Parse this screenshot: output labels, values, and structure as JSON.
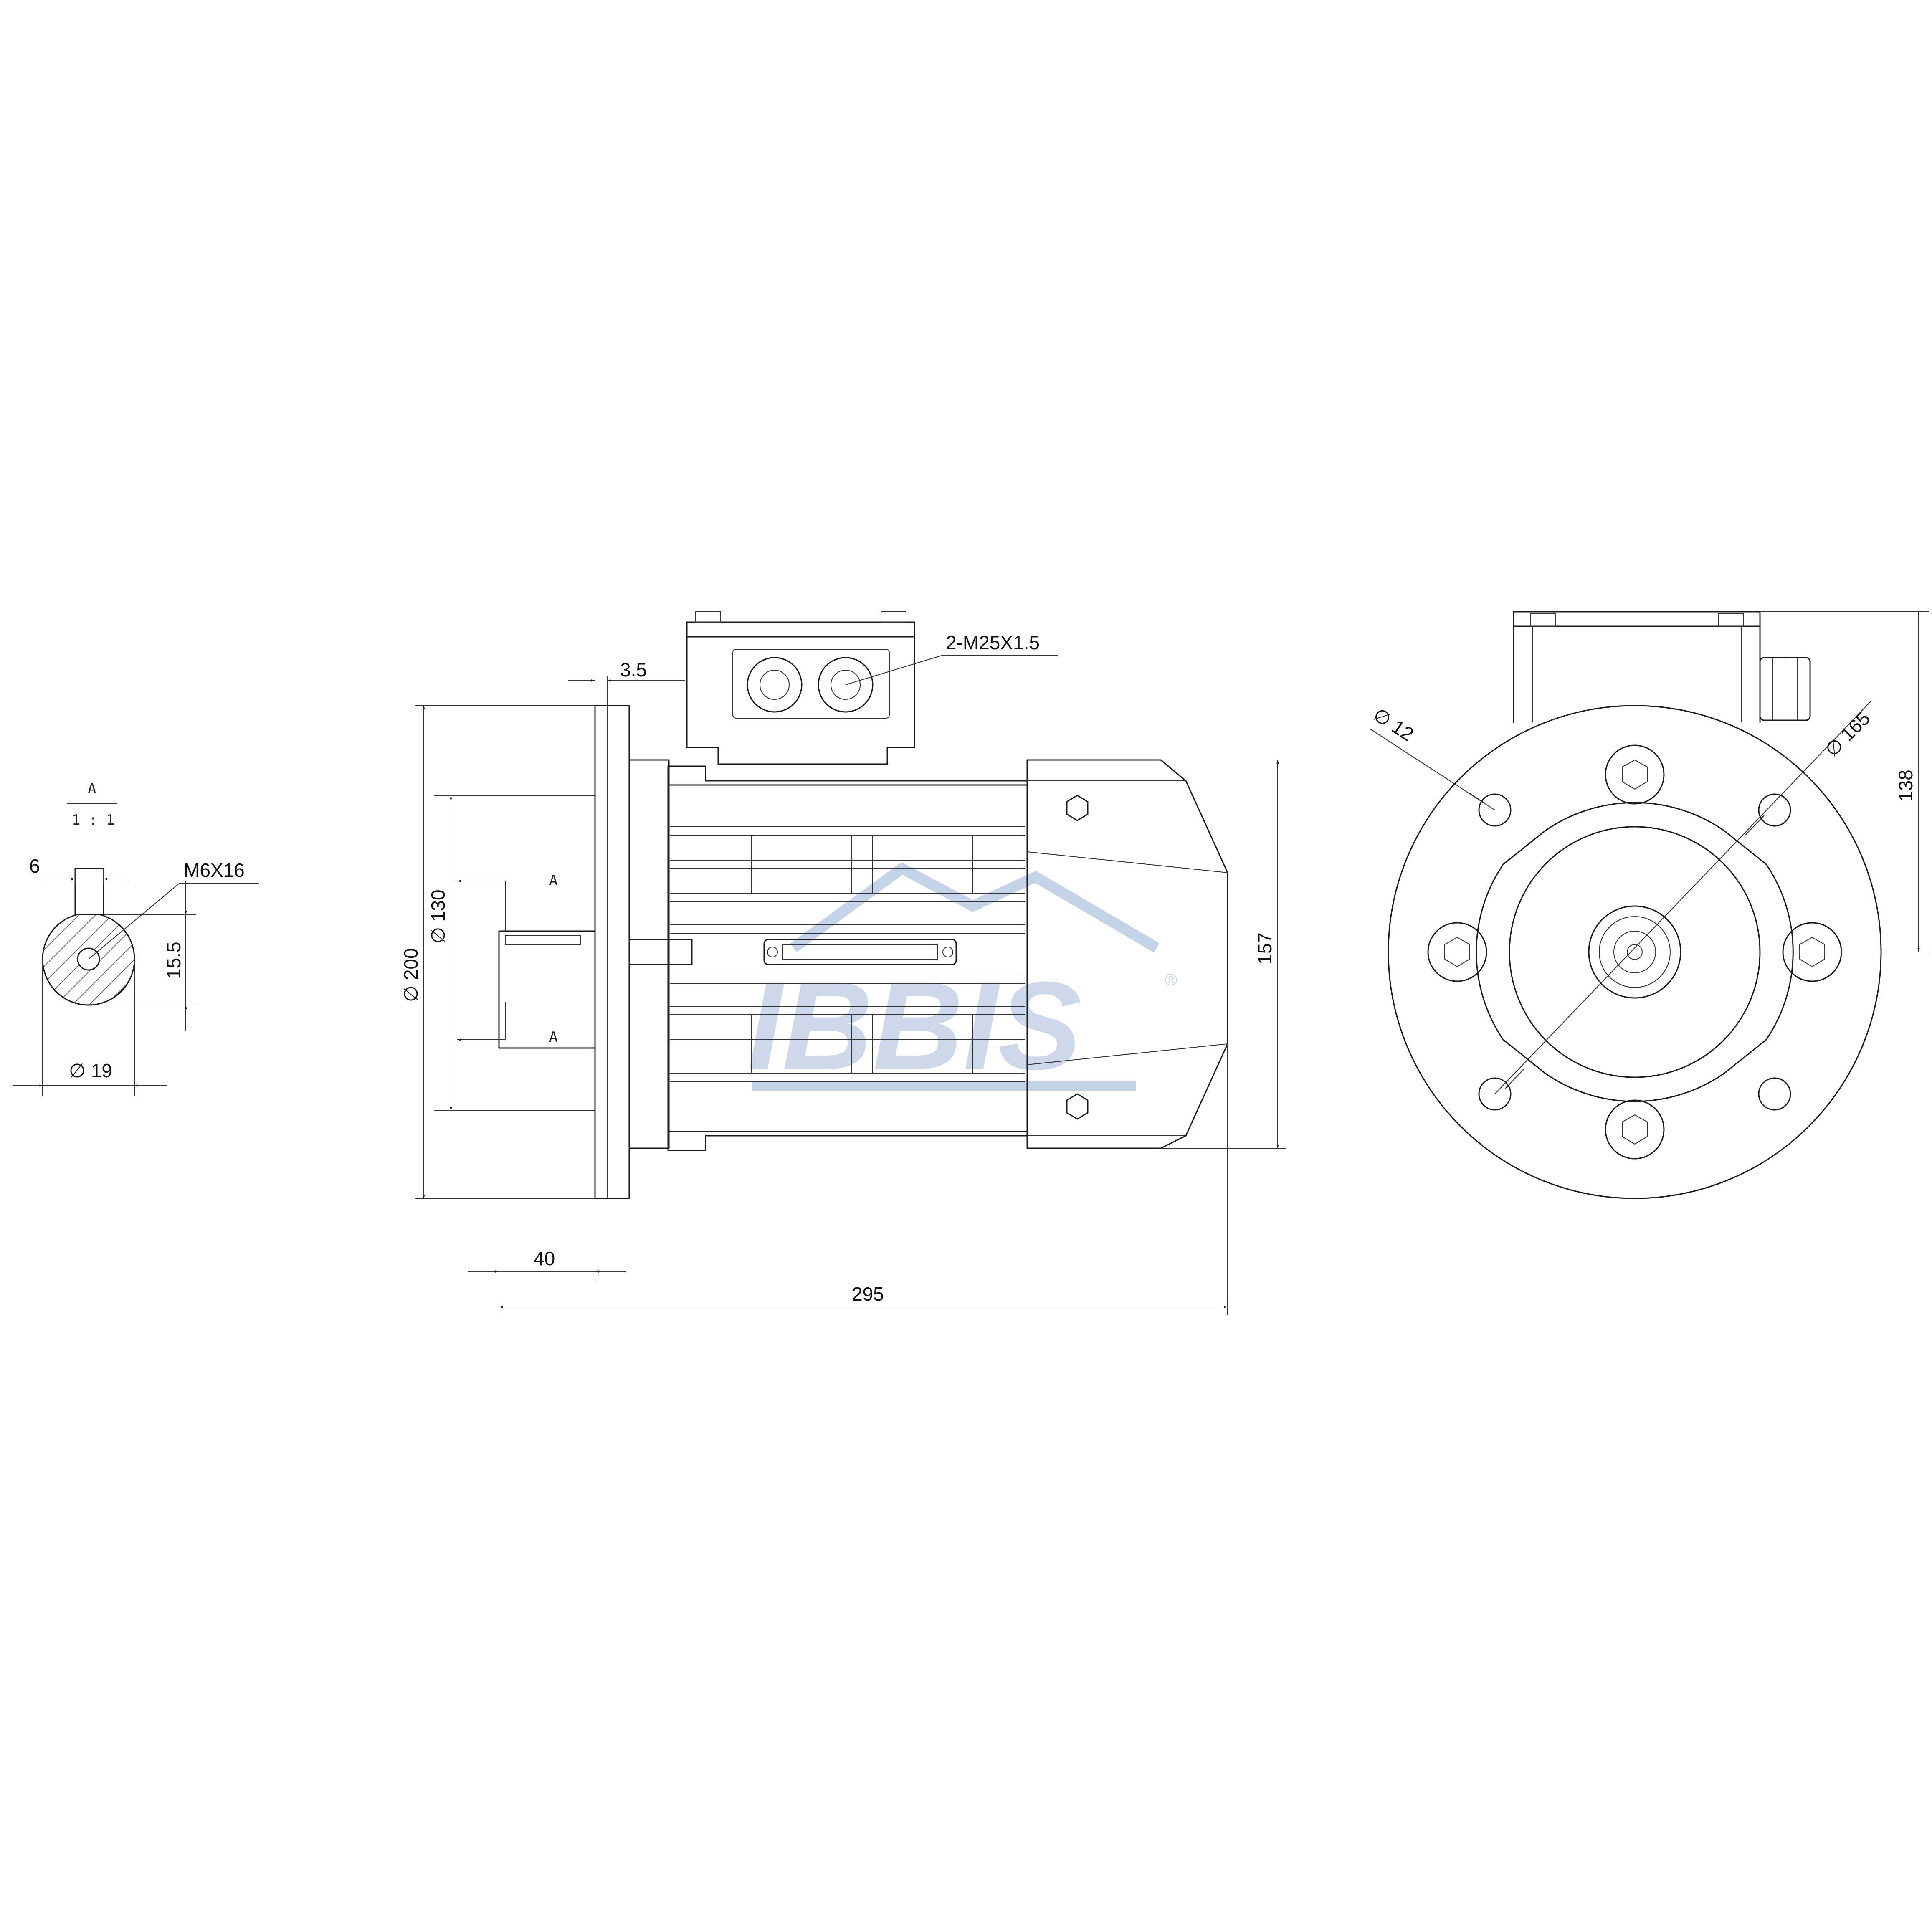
{
  "watermark": {
    "brand": "IBBIS",
    "registered": "®",
    "color": "#c5d3e8"
  },
  "detail_view": {
    "section_letter": "A",
    "scale": "1 : 1"
  },
  "section_marks": {
    "top": "A",
    "bottom": "A"
  },
  "dimensions": {
    "key_width": "6",
    "tapped_hole": "M6X16",
    "key_height": "15.5",
    "shaft_diameter": "∅ 19",
    "flange_thickness": "3.5",
    "cable_glands": "2-M25X1.5",
    "flange_outer": "∅ 200",
    "spigot": "∅ 130",
    "motor_height": "157",
    "shaft_length": "40",
    "overall_length": "295",
    "hole_diameter": "∅ 12",
    "pitch_circle": "∅ 165",
    "centre_to_top": "138"
  }
}
